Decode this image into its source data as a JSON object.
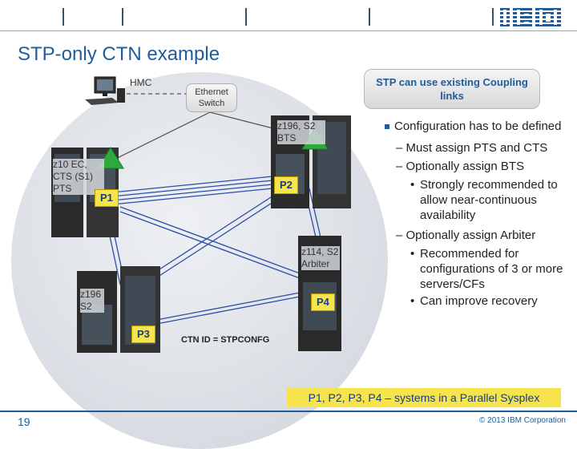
{
  "header": {
    "logo_text": "IBM"
  },
  "slide": {
    "title": "STP-only CTN example",
    "page_number": "19",
    "copyright": "© 2013 IBM Corporation"
  },
  "diagram": {
    "hmc_label": "HMC",
    "ethernet_switch_label": "Ethernet Switch",
    "callout_text": "STP can use existing Coupling links",
    "ctn_id": "CTN ID = STPCONFG",
    "servers": {
      "z10": "z10 EC, CTS (S1) PTS",
      "z196_top": "z196, S2 BTS",
      "z114": "z114, S2 Arbiter",
      "z196_bottom": "z196 S2"
    },
    "systems": [
      "P1",
      "P2",
      "P3",
      "P4"
    ]
  },
  "bullets": {
    "main": "Configuration has to be defined",
    "sub1": "Must assign PTS and CTS",
    "sub2": "Optionally assign BTS",
    "sub2_detail": "Strongly recommended to allow near-continuous availability",
    "sub3": "Optionally assign Arbiter",
    "sub3_detail1": "Recommended for configurations of 3 or more servers/CFs",
    "sub3_detail2": "Can improve recovery"
  },
  "banner": "P1, P2, P3, P4 – systems in a Parallel Sysplex",
  "colors": {
    "accent_blue": "#1f5c99",
    "banner_yellow": "#f7e34b",
    "stp_green": "#2eaa3c"
  }
}
